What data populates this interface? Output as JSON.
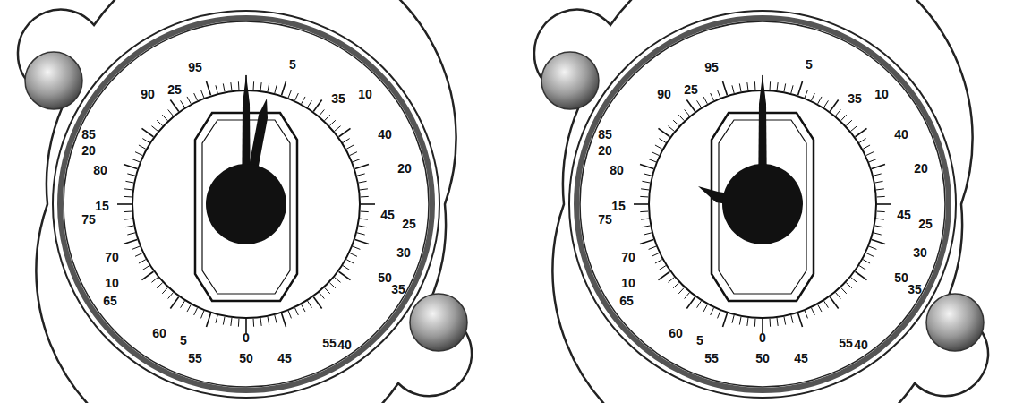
{
  "diagram": {
    "labels": [
      "95",
      "5",
      "35",
      "10",
      "90",
      "25",
      "40",
      "20",
      "45",
      "25",
      "30",
      "50",
      "35",
      "55",
      "40",
      "45",
      "0",
      "50",
      "55",
      "5",
      "60",
      "65",
      "10",
      "70",
      "75",
      "15",
      "80",
      "85",
      "20",
      "95",
      "5",
      "35",
      "10",
      "90",
      "25",
      "40",
      "20",
      "45",
      "25",
      "30",
      "50",
      "35",
      "55",
      "40",
      "45",
      "0",
      "50",
      "55",
      "5",
      "60",
      "65",
      "10",
      "70",
      "75",
      "15",
      "80",
      "85",
      "20"
    ]
  }
}
